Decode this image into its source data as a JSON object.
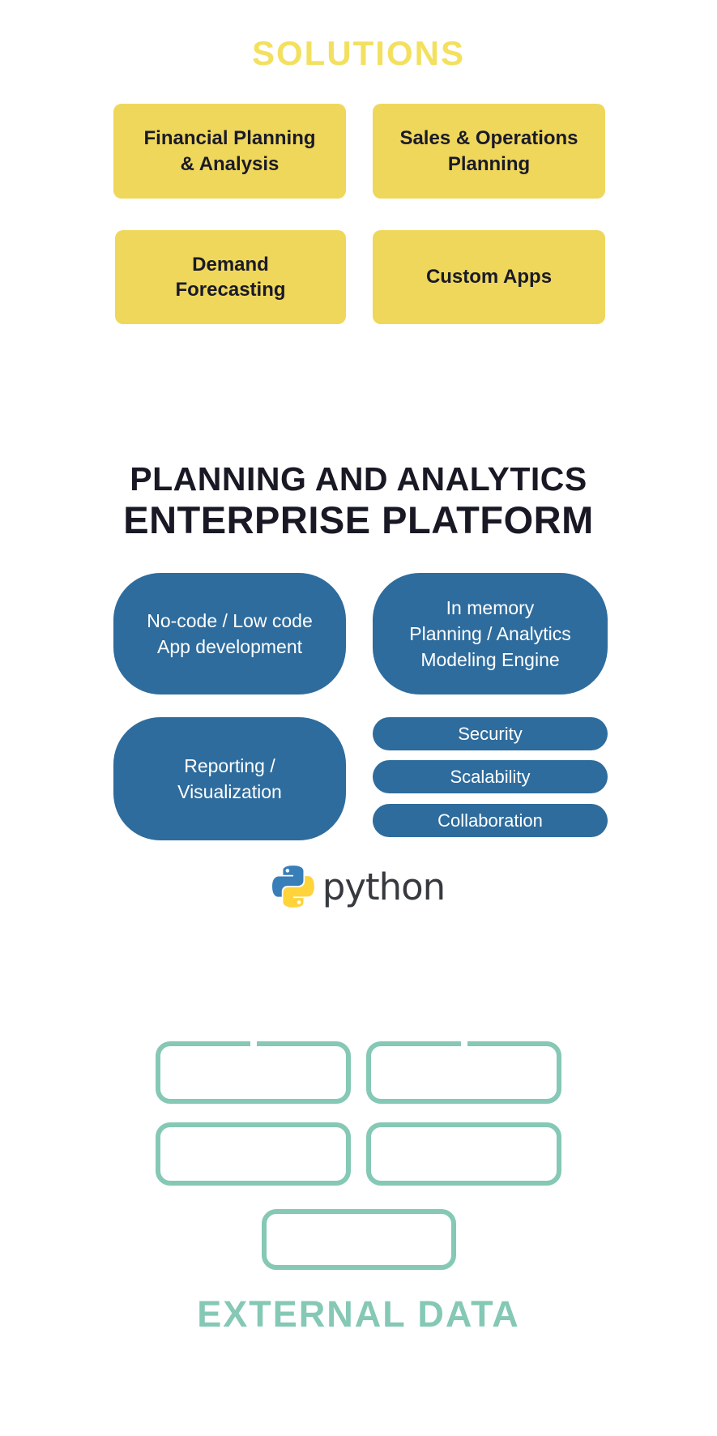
{
  "solutions": {
    "title": "SOLUTIONS",
    "boxes": [
      "Financial Planning\n& Analysis",
      "Sales & Operations\nPlanning",
      "Demand\nForecasting",
      "Custom Apps"
    ]
  },
  "platform": {
    "title_line1": "PLANNING AND ANALYTICS",
    "title_line2": "ENTERPRISE PLATFORM",
    "capabilities": [
      "No-code / Low code\nApp development",
      "In memory\nPlanning / Analytics\nModeling Engine",
      "Reporting /\nVisualization"
    ],
    "pills": [
      "Security",
      "Scalability",
      "Collaboration"
    ]
  },
  "python": {
    "wordmark": "python"
  },
  "external_data": {
    "title": "EXTERNAL DATA",
    "placeholder_box_count": 5
  },
  "colors": {
    "solutions_box_yellow": "#EFD75B",
    "solutions_title_yellow": "#F3E05F",
    "platform_blue": "#2E6C9D",
    "external_teal": "#85C8B5",
    "heading_dark": "#191925",
    "python_logo_blue": "#387EB8",
    "python_logo_yellow": "#FFD43B",
    "python_wordmark_gray": "#36393E"
  }
}
